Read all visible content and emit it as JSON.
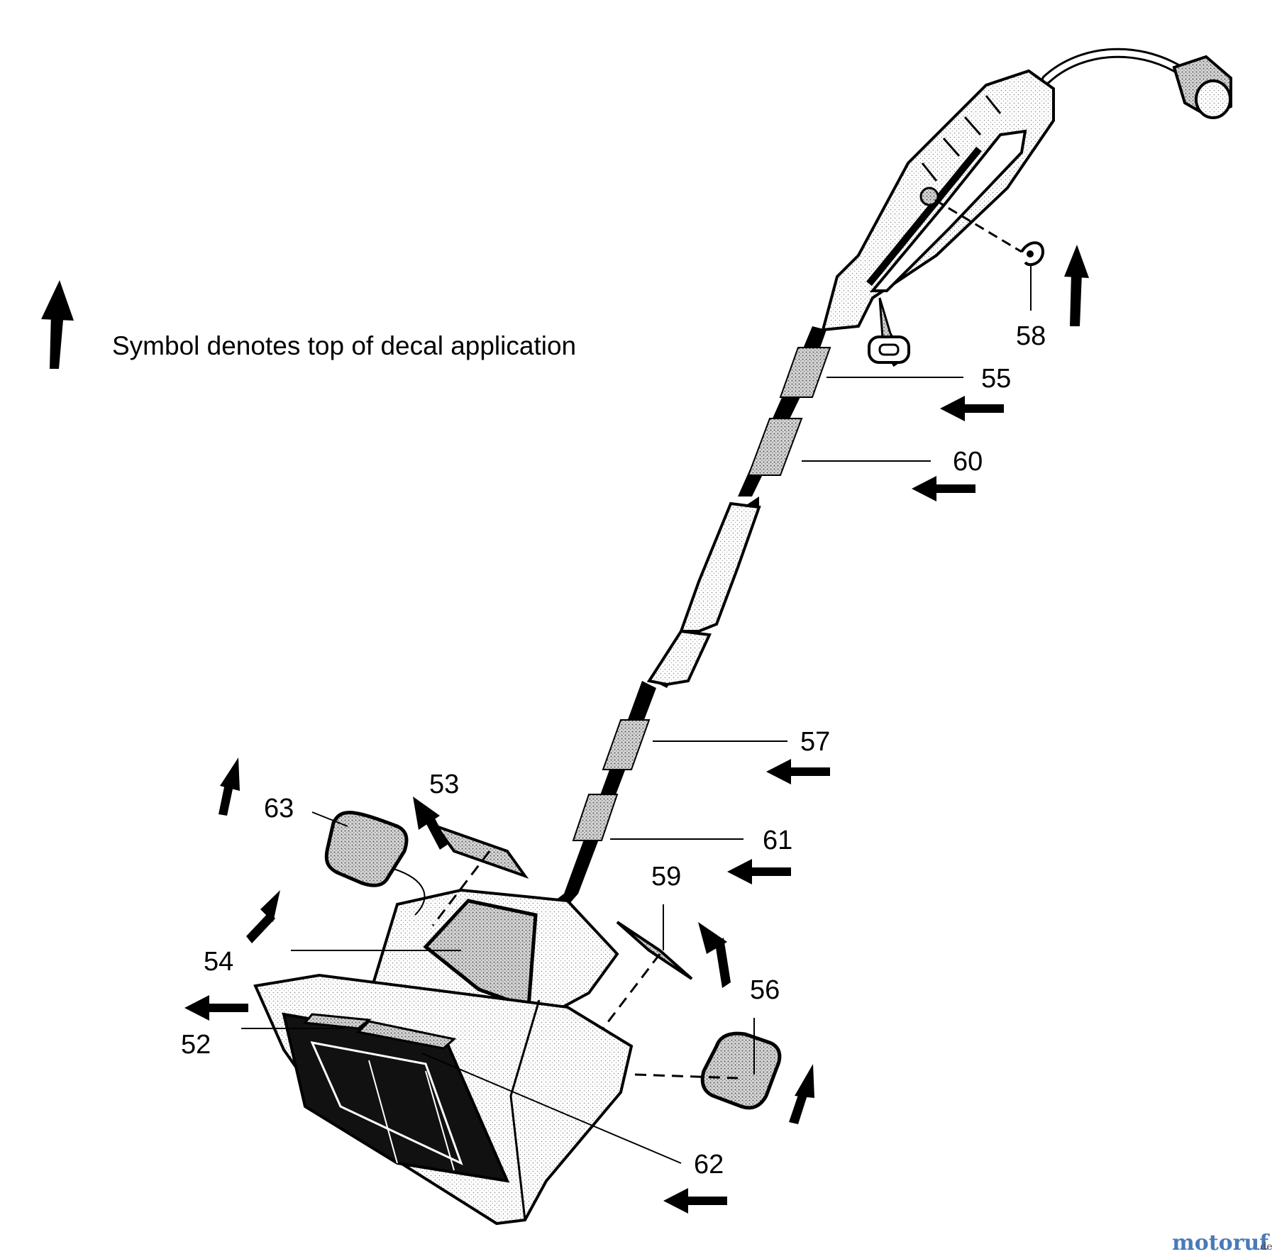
{
  "legend": {
    "text": "Symbol denotes top of decal application",
    "icon": "up-arrow-icon"
  },
  "callouts": [
    {
      "id": "58",
      "label": "58"
    },
    {
      "id": "55",
      "label": "55"
    },
    {
      "id": "60",
      "label": "60"
    },
    {
      "id": "57",
      "label": "57"
    },
    {
      "id": "53",
      "label": "53"
    },
    {
      "id": "63",
      "label": "63"
    },
    {
      "id": "61",
      "label": "61"
    },
    {
      "id": "59",
      "label": "59"
    },
    {
      "id": "54",
      "label": "54"
    },
    {
      "id": "56",
      "label": "56"
    },
    {
      "id": "52",
      "label": "52"
    },
    {
      "id": "62",
      "label": "62"
    }
  ],
  "watermark": {
    "brand": "motoruf",
    "tld": ".de",
    "colors": [
      "#4a7ab8",
      "#5aa040",
      "#d94a2a",
      "#e0a020"
    ]
  }
}
